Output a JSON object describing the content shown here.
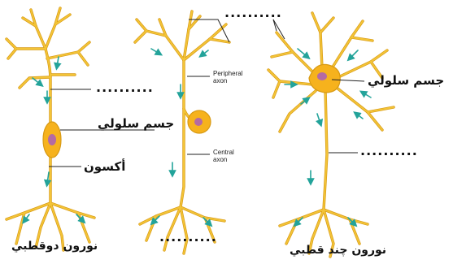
{
  "colors": {
    "neuron": "#f3c437",
    "outline": "#d89a14",
    "soma": "#f6b21d",
    "nucleus": "#b46aa3",
    "arrow": "#23a39a",
    "leader": "#222222"
  },
  "labels": {
    "cell_body": "جسم سلولي",
    "axon": "أكسون",
    "bipolar": "نورون دوقطبي",
    "multipolar": "نورون چند قطبي",
    "blank": ".........."
  },
  "pseudo": {
    "peripheral": [
      "Peripheral",
      "axon"
    ],
    "central": [
      "Central",
      "axon"
    ]
  }
}
